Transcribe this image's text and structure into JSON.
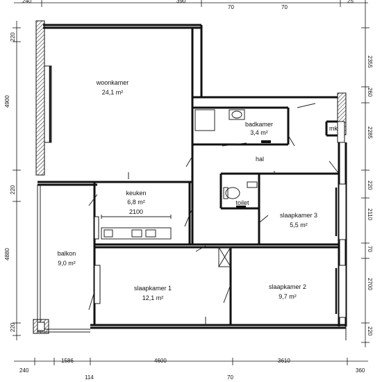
{
  "rooms": [
    {
      "key": "woonkamer",
      "name": "woonkamer",
      "area": "24,1 m²"
    },
    {
      "key": "badkamer",
      "name": "badkamer",
      "area": "3,4 m²"
    },
    {
      "key": "hal",
      "name": "hal",
      "area": ""
    },
    {
      "key": "keuken",
      "name": "keuken",
      "area": "6,8 m²"
    },
    {
      "key": "toilet",
      "name": "toilet",
      "area": ""
    },
    {
      "key": "slaapkamer3",
      "name": "slaapkamer 3",
      "area": "5,5 m²"
    },
    {
      "key": "balkon",
      "name": "balkon",
      "area": "9,0 m²"
    },
    {
      "key": "slaapkamer1",
      "name": "slaapkamer 1",
      "area": "12,1 m²"
    },
    {
      "key": "slaapkamer2",
      "name": "slaapkamer 2",
      "area": "9,7 m²"
    }
  ],
  "labels": {
    "mk": "mk",
    "kitchen_counter": "2100"
  },
  "dims_top": [
    "240",
    "390",
    "70",
    "70",
    "25"
  ],
  "dims_left": [
    "220",
    "4900",
    "220",
    "4880",
    "220"
  ],
  "dims_right": [
    "2355",
    "260",
    "2285",
    "220",
    "2110",
    "70",
    "2700",
    "220"
  ],
  "dims_bottom_row1": [
    "240",
    "1586",
    "4600",
    "3610",
    "360"
  ],
  "dims_bottom_row2": [
    "114",
    "70"
  ]
}
